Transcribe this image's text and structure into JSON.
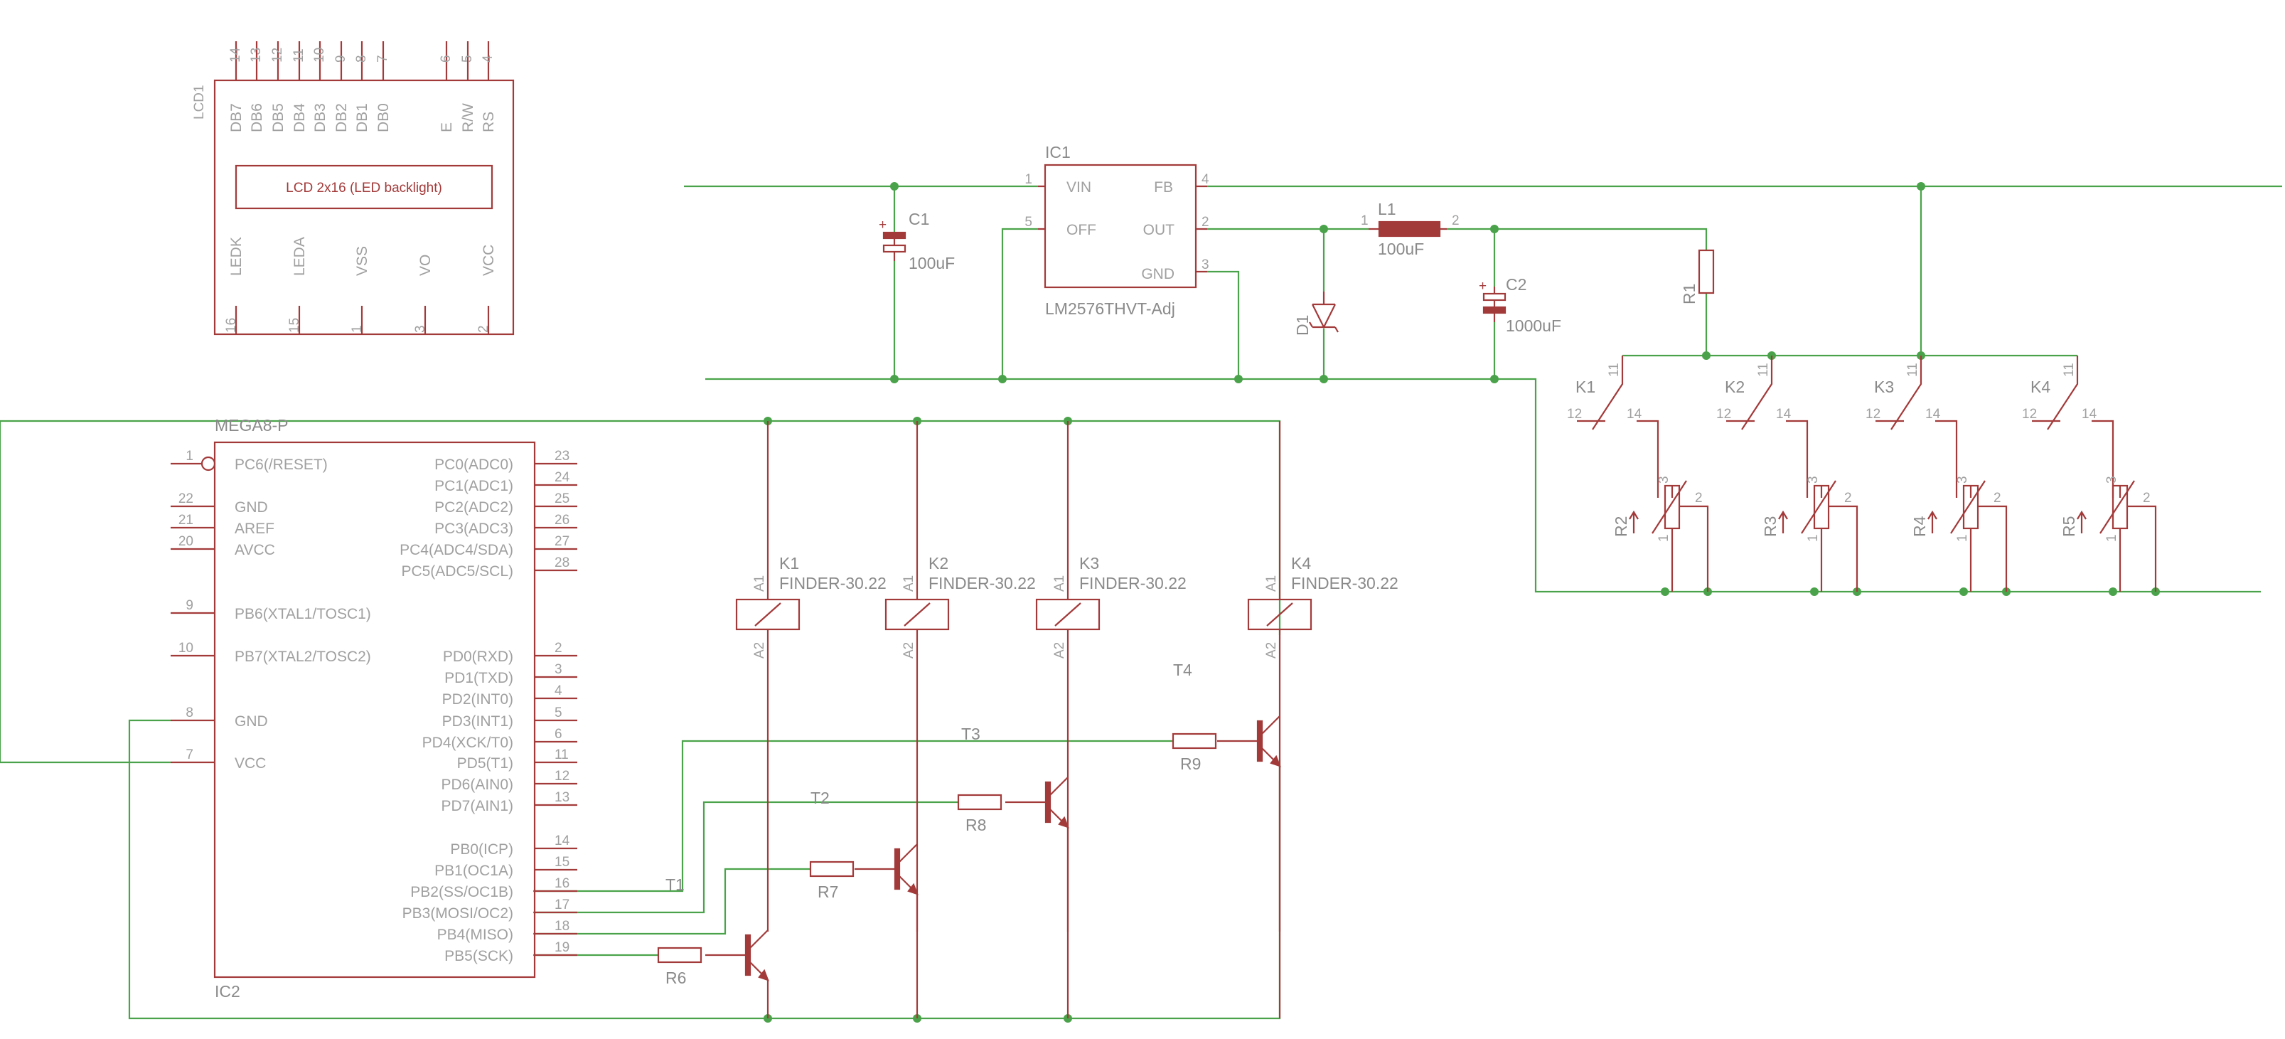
{
  "lcd": {
    "ref": "LCD1",
    "title": "LCD 2x16 (LED backlight)",
    "top_pins": [
      {
        "num": "14",
        "label": "DB7"
      },
      {
        "num": "13",
        "label": "DB6"
      },
      {
        "num": "12",
        "label": "DB5"
      },
      {
        "num": "11",
        "label": "DB4"
      },
      {
        "num": "10",
        "label": "DB3"
      },
      {
        "num": "9",
        "label": "DB2"
      },
      {
        "num": "8",
        "label": "DB1"
      },
      {
        "num": "7",
        "label": "DB0"
      },
      {
        "num": "6",
        "label": "E"
      },
      {
        "num": "5",
        "label": "R/W"
      },
      {
        "num": "4",
        "label": "RS"
      }
    ],
    "bottom_pins": [
      {
        "num": "16",
        "label": "LEDK"
      },
      {
        "num": "15",
        "label": "LEDA"
      },
      {
        "num": "1",
        "label": "VSS"
      },
      {
        "num": "3",
        "label": "VO"
      },
      {
        "num": "2",
        "label": "VCC"
      }
    ]
  },
  "regulator": {
    "ref": "IC1",
    "part": "LM2576THVT-Adj",
    "pins": [
      {
        "num": "1",
        "label": "VIN"
      },
      {
        "num": "5",
        "label": "OFF"
      },
      {
        "num": "4",
        "label": "FB"
      },
      {
        "num": "2",
        "label": "OUT"
      },
      {
        "num": "3",
        "label": "GND"
      }
    ]
  },
  "c1": {
    "ref": "C1",
    "value": "100uF"
  },
  "c2": {
    "ref": "C2",
    "value": "1000uF"
  },
  "l1": {
    "ref": "L1",
    "value": "100uF",
    "pin1": "1",
    "pin2": "2"
  },
  "d1": {
    "ref": "D1"
  },
  "r1": {
    "ref": "R1"
  },
  "mcu": {
    "name": "MEGA8-P",
    "ref": "IC2",
    "left_pins": [
      {
        "num": "1",
        "label": "PC6(/RESET)"
      },
      {
        "num": "22",
        "label": "GND"
      },
      {
        "num": "21",
        "label": "AREF"
      },
      {
        "num": "20",
        "label": "AVCC"
      },
      {
        "num": "9",
        "label": "PB6(XTAL1/TOSC1)"
      },
      {
        "num": "10",
        "label": "PB7(XTAL2/TOSC2)"
      },
      {
        "num": "8",
        "label": "GND"
      },
      {
        "num": "7",
        "label": "VCC"
      }
    ],
    "right_pins": [
      {
        "num": "23",
        "label": "PC0(ADC0)"
      },
      {
        "num": "24",
        "label": "PC1(ADC1)"
      },
      {
        "num": "25",
        "label": "PC2(ADC2)"
      },
      {
        "num": "26",
        "label": "PC3(ADC3)"
      },
      {
        "num": "27",
        "label": "PC4(ADC4/SDA)"
      },
      {
        "num": "28",
        "label": "PC5(ADC5/SCL)"
      },
      {
        "num": "2",
        "label": "PD0(RXD)"
      },
      {
        "num": "3",
        "label": "PD1(TXD)"
      },
      {
        "num": "4",
        "label": "PD2(INT0)"
      },
      {
        "num": "5",
        "label": "PD3(INT1)"
      },
      {
        "num": "6",
        "label": "PD4(XCK/T0)"
      },
      {
        "num": "11",
        "label": "PD5(T1)"
      },
      {
        "num": "12",
        "label": "PD6(AIN0)"
      },
      {
        "num": "13",
        "label": "PD7(AIN1)"
      },
      {
        "num": "14",
        "label": "PB0(ICP)"
      },
      {
        "num": "15",
        "label": "PB1(OC1A)"
      },
      {
        "num": "16",
        "label": "PB2(SS/OC1B)"
      },
      {
        "num": "17",
        "label": "PB3(MOSI/OC2)"
      },
      {
        "num": "18",
        "label": "PB4(MISO)"
      },
      {
        "num": "19",
        "label": "PB5(SCK)"
      }
    ]
  },
  "relays": [
    {
      "ref": "K1",
      "part": "FINDER-30.22",
      "a1": "A1",
      "a2": "A2"
    },
    {
      "ref": "K2",
      "part": "FINDER-30.22",
      "a1": "A1",
      "a2": "A2"
    },
    {
      "ref": "K3",
      "part": "FINDER-30.22",
      "a1": "A1",
      "a2": "A2"
    },
    {
      "ref": "K4",
      "part": "FINDER-30.22",
      "a1": "A1",
      "a2": "A2"
    }
  ],
  "contacts": [
    {
      "ref": "K1",
      "p11": "11",
      "p12": "12",
      "p14": "14"
    },
    {
      "ref": "K2",
      "p11": "11",
      "p12": "12",
      "p14": "14"
    },
    {
      "ref": "K3",
      "p11": "11",
      "p12": "12",
      "p14": "14"
    },
    {
      "ref": "K4",
      "p11": "11",
      "p12": "12",
      "p14": "14"
    }
  ],
  "pots": [
    {
      "ref": "R2",
      "p1": "1",
      "p2": "2",
      "p3": "3"
    },
    {
      "ref": "R3",
      "p1": "1",
      "p2": "2",
      "p3": "3"
    },
    {
      "ref": "R4",
      "p1": "1",
      "p2": "2",
      "p3": "3"
    },
    {
      "ref": "R5",
      "p1": "1",
      "p2": "2",
      "p3": "3"
    }
  ],
  "transistors": [
    {
      "ref": "T1"
    },
    {
      "ref": "T2"
    },
    {
      "ref": "T3"
    },
    {
      "ref": "T4"
    }
  ],
  "base_resistors": [
    {
      "ref": "R6"
    },
    {
      "ref": "R7"
    },
    {
      "ref": "R8"
    },
    {
      "ref": "R9"
    }
  ]
}
